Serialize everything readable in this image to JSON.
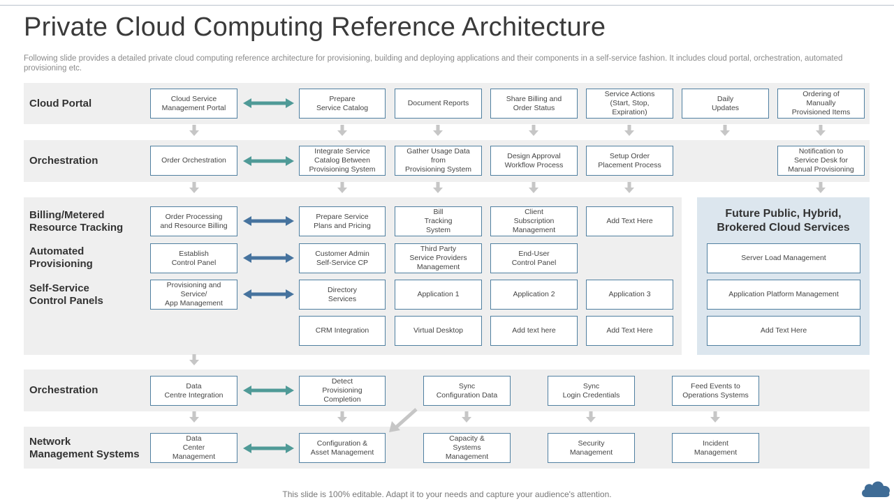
{
  "title": "Private Cloud Computing Reference Architecture",
  "subtitle": "Following slide provides a detailed private cloud computing reference architecture for provisioning, building and deploying applications and their components in a self-service fashion. It includes cloud portal, orchestration, automated provisioning etc.",
  "rows": {
    "cloud_portal": {
      "label": "Cloud Portal",
      "boxes": [
        "Cloud Service\nManagement  Portal",
        "Prepare\nService Catalog",
        "Document Reports",
        "Share Billing and\nOrder Status",
        "Service Actions\n(Start, Stop,\nExpiration)",
        "Daily\nUpdates",
        "Ordering of\nManually\nProvisioned Items"
      ]
    },
    "orchestration1": {
      "label": "Orchestration",
      "boxes": [
        "Order Orchestration",
        "Integrate Service\nCatalog Between\nProvisioning System",
        "Gather Usage Data\nfrom\nProvisioning System",
        "Design Approval\nWorkflow Process",
        "Setup Order\nPlacement  Process",
        "Notification to\nService Desk for\nManual Provisioning"
      ]
    },
    "billing": {
      "label": "Billing/Metered\nResource Tracking",
      "boxes": [
        "Order Processing\nand Resource Billing",
        "Prepare Service\nPlans and Pricing",
        "Bill\nTracking\nSystem",
        "Client\nSubscription\nManagement",
        "Add Text Here"
      ]
    },
    "automated": {
      "label": "Automated\nProvisioning",
      "boxes": [
        "Establish\nControl Panel",
        "Customer Admin\nSelf-Service CP",
        "Third Party\nService Providers\nManagement",
        "End-User\nControl Panel"
      ]
    },
    "selfservice": {
      "label": "Self-Service\nControl Panels",
      "boxes": [
        "Provisioning and\nService/\nApp Management",
        "Directory\nServices",
        "Application 1",
        "Application 2",
        "Application 3"
      ]
    },
    "extra": {
      "boxes": [
        "CRM  Integration",
        "Virtual Desktop",
        "Add text here",
        "Add  Text Here"
      ]
    },
    "orchestration2": {
      "label": "Orchestration",
      "boxes": [
        "Data\nCentre Integration",
        "Detect\nProvisioning\nCompletion",
        "Sync\nConfiguration Data",
        "Sync\nLogin Credentials",
        "Feed Events to\nOperations Systems"
      ]
    },
    "network": {
      "label": "Network\nManagement Systems",
      "boxes": [
        "Data\nCenter\nManagement",
        "Configuration &\nAsset Management",
        "Capacity &\nSystems\nManagement",
        "Security\nManagement",
        "Incident\nManagement"
      ]
    }
  },
  "future_panel": {
    "title": "Future Public, Hybrid,\nBrokered Cloud Services",
    "boxes": [
      "Server Load Management",
      "Application Platform Management",
      "Add Text Here"
    ]
  },
  "footer": "This slide is 100% editable. Adapt it to your needs and capture your audience's attention.",
  "colors": {
    "teal_arrow": "#4f9a97",
    "blue_arrow": "#46739e",
    "gray_arrow": "#c6c6c6",
    "box_border": "#4f7fa0",
    "band": "#efefef",
    "panel": "#dce6ee",
    "cloud_icon": "#3f6c96"
  },
  "icons": [
    "cloud-icon"
  ]
}
